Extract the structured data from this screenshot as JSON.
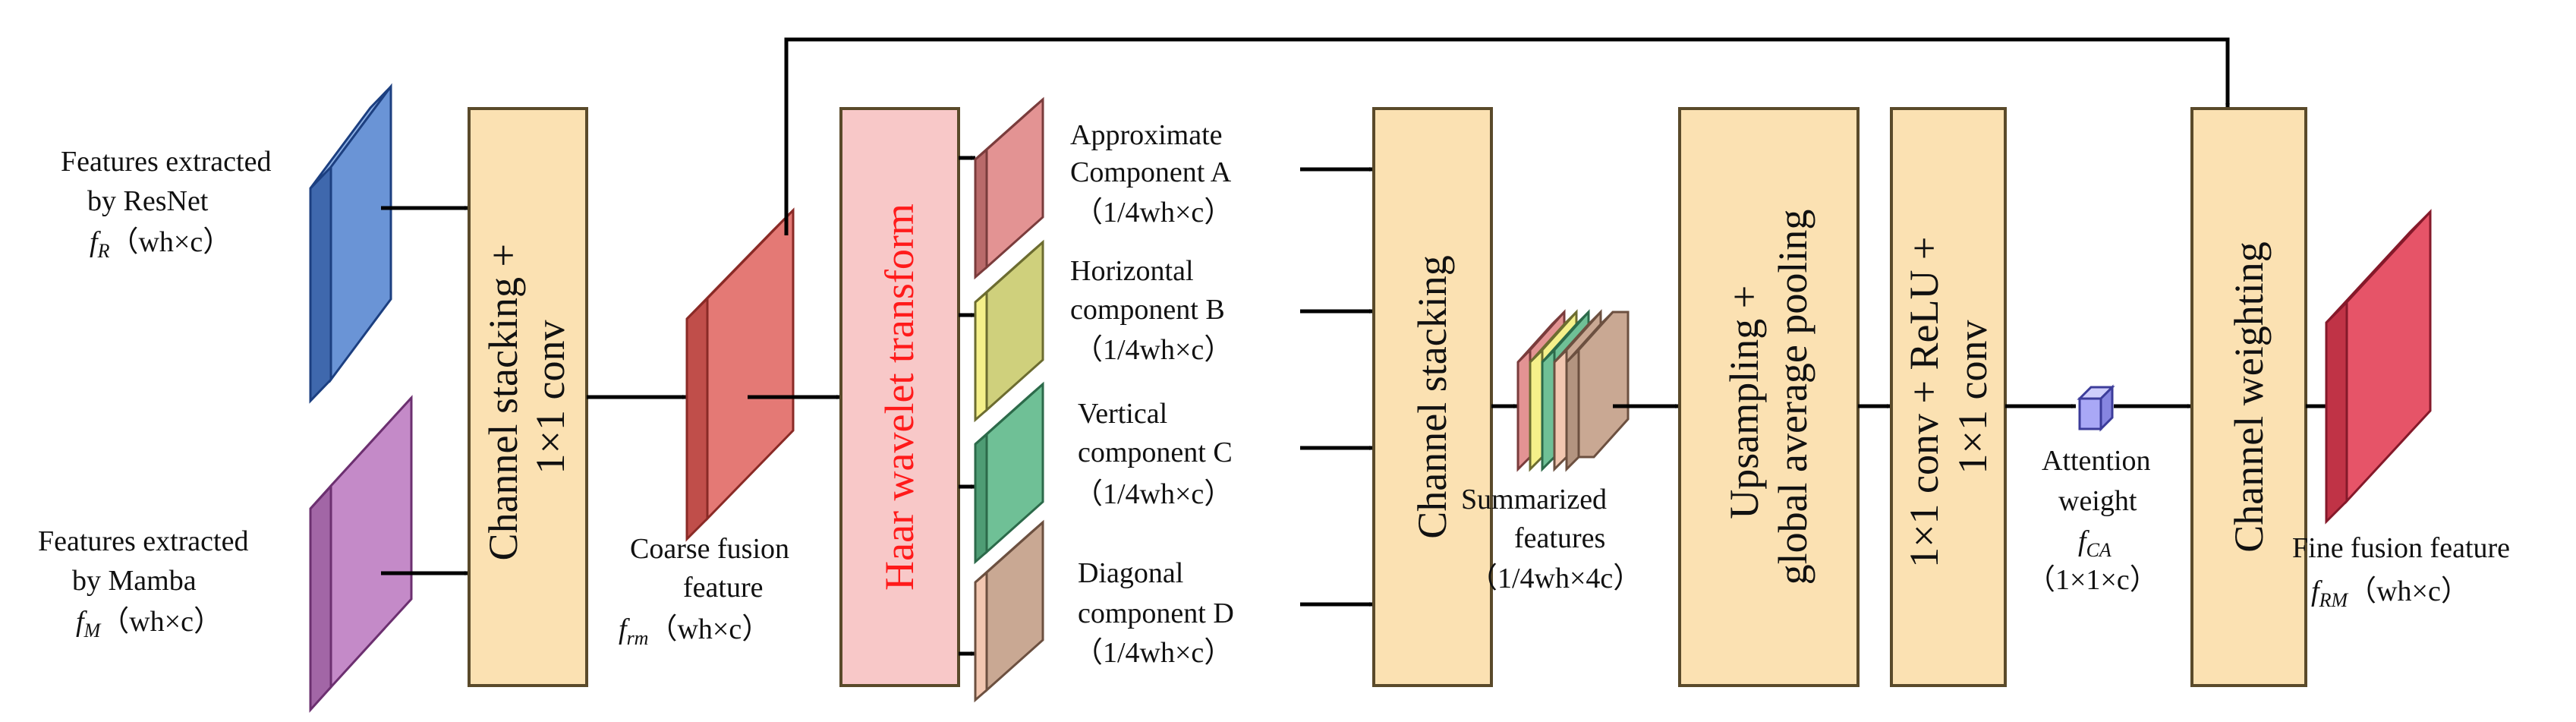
{
  "colors": {
    "resnet_block": "#6a94d6",
    "mamba_block": "#c48ac8",
    "coarse_block": "#e47975",
    "proc_box_fill": "#fbe1b2",
    "proc_box_stroke": "#5a4a2a",
    "haar_fill": "#f8c8c8",
    "haar_text": "#ff1a1a",
    "comp_a": "#e39393",
    "comp_b": "#cfd07c",
    "comp_c": "#6fc096",
    "comp_d": "#c9a893",
    "attention_cube": "#a9a8f6",
    "fine_block": "#e65468"
  },
  "inputs": {
    "resnet": {
      "line1": "Features extracted",
      "line2": "by ResNet",
      "symbol": "f",
      "sub": "R",
      "dims": "（wh×c）"
    },
    "mamba": {
      "line1": "Features extracted",
      "line2": "by Mamba",
      "symbol": "f",
      "sub": "M",
      "dims": "（wh×c）"
    }
  },
  "boxes": {
    "channel_stacking_conv": {
      "line1": "Channel  stacking +",
      "line2": "1×1  conv"
    },
    "haar": {
      "label": "Haar  wavelet  transform"
    },
    "channel_stacking": {
      "label": "Channel  stacking"
    },
    "upsampling": {
      "line1": "Upsampling +",
      "line2": "global average  pooling"
    },
    "conv_relu": {
      "line1": "1×1 conv + ReLU +",
      "line2": "1×1  conv"
    },
    "channel_weighting": {
      "label": "Channel weighting"
    }
  },
  "coarse": {
    "line1": "Coarse fusion",
    "line2": "feature",
    "symbol": "f",
    "sub": "rm",
    "dims": "（wh×c）"
  },
  "components": [
    {
      "line1": "Approximate",
      "line2": "Component A",
      "dims": "（1/4wh×c）"
    },
    {
      "line1": "Horizontal",
      "line2": "component B",
      "dims": "（1/4wh×c）"
    },
    {
      "line1": "Vertical",
      "line2": "component C",
      "dims": "（1/4wh×c）"
    },
    {
      "line1": "Diagonal",
      "line2": "component D",
      "dims": "（1/4wh×c）"
    }
  ],
  "summarized": {
    "line1": "Summarized",
    "line2": "features",
    "dims": "（1/4wh×4c）"
  },
  "attention": {
    "line1": "Attention",
    "line2": "weight",
    "symbol": "f",
    "sub": "CA",
    "dims": "（1×1×c）"
  },
  "fine": {
    "line1": "Fine fusion feature",
    "symbol": "f",
    "sub": "RM",
    "dims": "（wh×c）"
  }
}
